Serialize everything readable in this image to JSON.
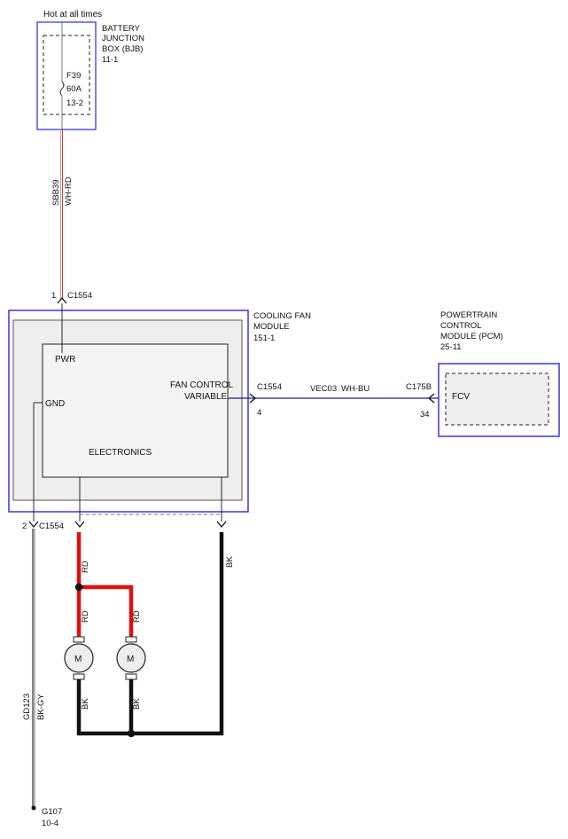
{
  "hot_label": "Hot at all times",
  "bjb": {
    "title_lines": [
      "BATTERY",
      "JUNCTION",
      "BOX (BJB)",
      "11-1"
    ],
    "fuse_lines": [
      "F39",
      "60A",
      "13-2"
    ]
  },
  "wire_sbb39": {
    "circuit": "SBB39",
    "color": "WH-RD"
  },
  "connector_c1554_pin1": {
    "pin": "1",
    "name": "C1554"
  },
  "cooling_fan_module": {
    "title_lines": [
      "COOLING FAN",
      "MODULE",
      "151-1"
    ],
    "pwr": "PWR",
    "gnd": "GND",
    "fan_control_lines": [
      "FAN CONTROL",
      "VARIABLE"
    ],
    "electronics": "ELECTRONICS"
  },
  "signal_wire": {
    "conn_left": "C1554",
    "pin_left": "4",
    "circuit": "VEC03",
    "color": "WH-BU",
    "conn_right": "C175B",
    "pin_right": "34"
  },
  "pcm": {
    "title_lines": [
      "POWERTRAIN",
      "CONTROL",
      "MODULE (PCM)",
      "25-11"
    ],
    "fcv": "FCV"
  },
  "connector_c1554_pin2": {
    "pin": "2",
    "name": "C1554"
  },
  "ground_wire": {
    "circuit": "GD123",
    "color": "BK-GY"
  },
  "motor_wires": {
    "rd_label": "RD",
    "bk_label": "BK",
    "motor_symbol": "M"
  },
  "ground_point": {
    "name": "G107",
    "ref": "10-4"
  },
  "colors": {
    "module_border": "#2b2bd6",
    "red_wire": "#e01010",
    "black_wire": "#111111",
    "signal_wire": "#1a1a8c",
    "box_fill": "#f0f0f0"
  }
}
